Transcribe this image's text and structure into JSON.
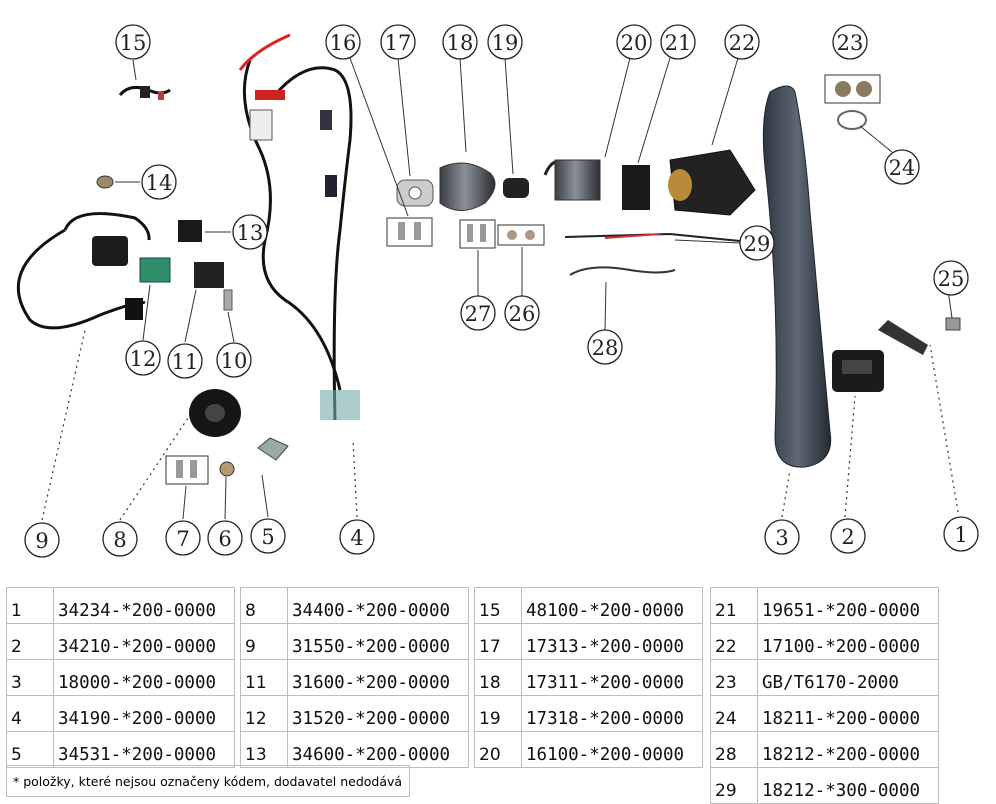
{
  "callouts": [
    "1",
    "2",
    "3",
    "4",
    "5",
    "6",
    "7",
    "8",
    "9",
    "10",
    "11",
    "12",
    "13",
    "14",
    "15",
    "16",
    "17",
    "18",
    "19",
    "20",
    "21",
    "22",
    "23",
    "24",
    "25",
    "26",
    "27",
    "28",
    "29"
  ],
  "legend": {
    "col1": [
      {
        "num": "1",
        "code": "34234-*200-0000"
      },
      {
        "num": "2",
        "code": "34210-*200-0000"
      },
      {
        "num": "3",
        "code": "18000-*200-0000"
      },
      {
        "num": "4",
        "code": "34190-*200-0000"
      },
      {
        "num": "5",
        "code": "34531-*200-0000"
      }
    ],
    "col2": [
      {
        "num": "8",
        "code": "34400-*200-0000"
      },
      {
        "num": "9",
        "code": "31550-*200-0000"
      },
      {
        "num": "11",
        "code": "31600-*200-0000"
      },
      {
        "num": "12",
        "code": "31520-*200-0000"
      },
      {
        "num": "13",
        "code": "34600-*200-0000"
      }
    ],
    "col3": [
      {
        "num": "15",
        "code": "48100-*200-0000"
      },
      {
        "num": "17",
        "code": "17313-*200-0000"
      },
      {
        "num": "18",
        "code": "17311-*200-0000"
      },
      {
        "num": "19",
        "code": "17318-*200-0000"
      },
      {
        "num": "20",
        "code": "16100-*200-0000"
      }
    ],
    "col4": [
      {
        "num": "21",
        "code": "19651-*200-0000"
      },
      {
        "num": "22",
        "code": "17100-*200-0000"
      },
      {
        "num": "23",
        "code": "GB/T6170-2000"
      },
      {
        "num": "24",
        "code": "18211-*200-0000"
      },
      {
        "num": "28",
        "code": "18212-*200-0000"
      },
      {
        "num": "29",
        "code": "18212-*300-0000"
      }
    ]
  },
  "note": "* položky, které nejsou označeny kódem, dodavatel nedodává"
}
